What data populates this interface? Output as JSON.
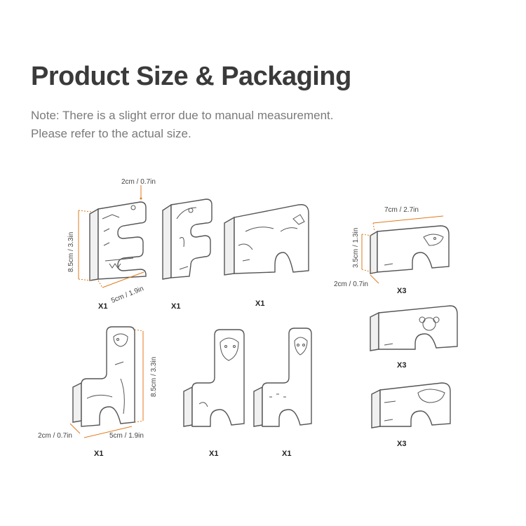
{
  "header": {
    "title": "Product Size & Packaging",
    "note_line1": "Note: There is a slight error due to manual measurement.",
    "note_line2": "Please refer to the actual size."
  },
  "pieces": {
    "e_block": {
      "width": "2cm / 0.7in",
      "height": "8.5cm / 3.3in",
      "depth": "5cm / 1.9in",
      "qty": "X1"
    },
    "e_block_2": {
      "qty": "X1"
    },
    "bird_block": {
      "qty": "X1"
    },
    "animal_block": {
      "length": "7cm / 2.7in",
      "height": "3.5cm / 1.3in",
      "width": "2cm / 0.7in",
      "qty": "X3"
    },
    "koala_block": {
      "qty": "X3"
    },
    "hippo_block": {
      "qty": "X3"
    },
    "giraffe_block": {
      "height": "8.5cm / 3.3in",
      "width": "2cm / 0.7in",
      "depth": "5cm / 1.9in",
      "qty": "X1"
    },
    "horse_block": {
      "qty": "X1"
    },
    "deer_block": {
      "qty": "X1"
    }
  },
  "colors": {
    "dimension_line": "#e07a1c",
    "title": "#3a3a3a",
    "note": "#7a7a7a"
  }
}
